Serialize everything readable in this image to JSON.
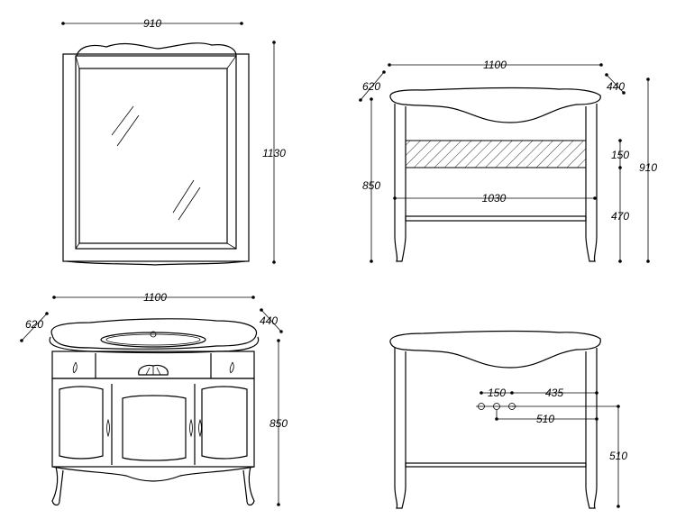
{
  "mirror": {
    "width": "910",
    "height": "1130"
  },
  "vanity_frame": {
    "width": "1100",
    "depth_left": "620",
    "depth_right": "440",
    "height": "850",
    "total_height": "910",
    "inner_width": "1030",
    "shelf_height": "150",
    "lower_height": "470"
  },
  "vanity_front": {
    "width": "1100",
    "depth_left": "620",
    "depth_right": "440",
    "height": "850"
  },
  "plumbing": {
    "spacing": "150",
    "offset_right": "435",
    "offset_left": "510",
    "floor_height": "510"
  }
}
